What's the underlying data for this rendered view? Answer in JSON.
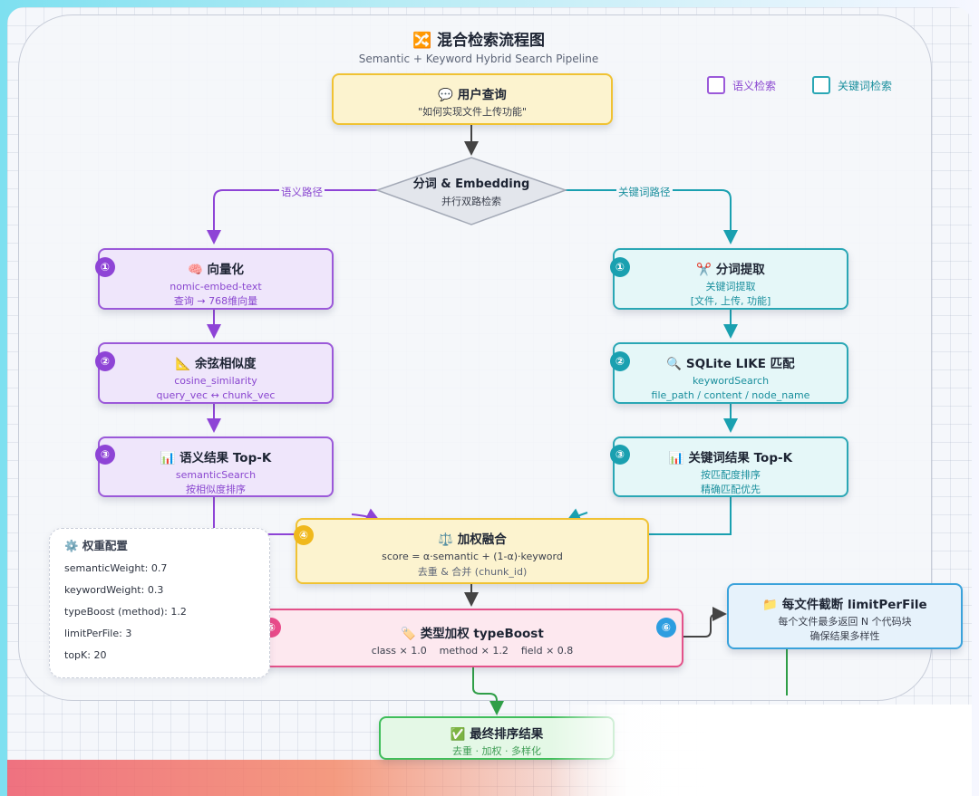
{
  "title": "🔀 混合检索流程图",
  "subtitle": "Semantic + Keyword Hybrid Search Pipeline",
  "legend": {
    "semantic": "语义检索",
    "keyword": "关键词检索",
    "semantic_color": "#9b59d9",
    "keyword_color": "#2aa7b5"
  },
  "query": {
    "title": "💬 用户查询",
    "line1": "\"如何实现文件上传功能\""
  },
  "split": {
    "title": "分词 & Embedding",
    "line1": "并行双路检索"
  },
  "paths": {
    "semantic": "语义路径",
    "keyword": "关键词路径"
  },
  "semantic_nodes": [
    {
      "badge": "①",
      "title": "🧠 向量化",
      "line1": "nomic-embed-text",
      "line2": "查询 → 768维向量"
    },
    {
      "badge": "②",
      "title": "📐 余弦相似度",
      "line1": "cosine_similarity",
      "line2": "query_vec ↔ chunk_vec"
    },
    {
      "badge": "③",
      "title": "📊 语义结果 Top-K",
      "line1": "semanticSearch",
      "line2": "按相似度排序"
    }
  ],
  "keyword_nodes": [
    {
      "badge": "①",
      "title": "✂️ 分词提取",
      "line1": "关键词提取",
      "line2": "[文件, 上传, 功能]"
    },
    {
      "badge": "②",
      "title": "🔍 SQLite LIKE 匹配",
      "line1": "keywordSearch",
      "line2": "file_path / content / node_name"
    },
    {
      "badge": "③",
      "title": "📊 关键词结果 Top-K",
      "line1": "按匹配度排序",
      "line2": "精确匹配优先"
    }
  ],
  "fusion": {
    "badge": "④",
    "title": "⚖️ 加权融合",
    "line1": "score = α·semantic + (1-α)·keyword",
    "line2": "去重 & 合并 (chunk_id)"
  },
  "boost": {
    "badge": "⑤",
    "badge2": "⑥",
    "title": "🏷️ 类型加权 typeBoost",
    "line1": "class × 1.0    method × 1.2    field × 0.8"
  },
  "limit": {
    "title": "📁 每文件截断 limitPerFile",
    "line1": "每个文件最多返回 N 个代码块",
    "line2": "确保结果多样性"
  },
  "final": {
    "title": "✅ 最终排序结果",
    "line1": "去重 · 加权 · 多样化"
  },
  "config": {
    "title": "⚙️ 权重配置",
    "rows": [
      "semanticWeight: 0.7",
      "keywordWeight: 0.3",
      "typeBoost (method): 1.2",
      "limitPerFile: 3",
      "topK: 20"
    ]
  }
}
